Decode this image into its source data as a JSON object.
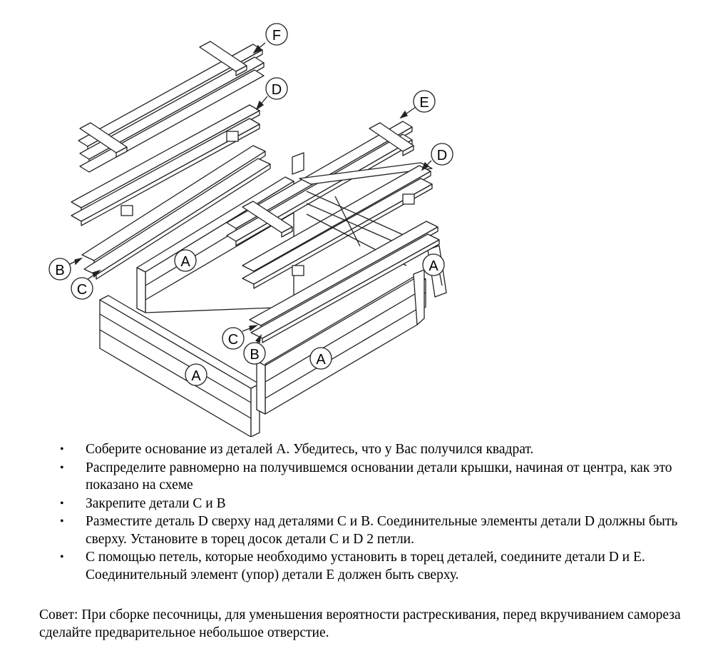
{
  "diagram": {
    "labels": {
      "f_top": "F",
      "d_left": "D",
      "e_right": "E",
      "d_right": "D",
      "b_left": "B",
      "c_left": "C",
      "a_left_back": "A",
      "a_right_back": "A",
      "a_front_left": "A",
      "a_front_right": "A",
      "c_right": "C",
      "b_right": "B"
    }
  },
  "instructions": {
    "steps": [
      "Соберите основание из деталей А. Убедитесь, что у Вас получился квадрат.",
      "Распределите равномерно на получившемся основании детали крышки, начиная от центра, как это показано на схеме",
      "Закрепите детали С и В",
      "Разместите деталь D сверху над деталями С и В. Соединительные элементы детали D должны быть сверху. Установите в торец досок детали С и D 2 петли.",
      "С помощью петель, которые необходимо установить в торец деталей,  соедините детали D и E. Соединительный элемент (упор) детали E должен быть сверху."
    ],
    "bullet": "•"
  },
  "tip": "Совет: При сборке песочницы, для уменьшения вероятности растрескивания, перед вкручиванием самореза сделайте предварительное небольшое отверстие."
}
